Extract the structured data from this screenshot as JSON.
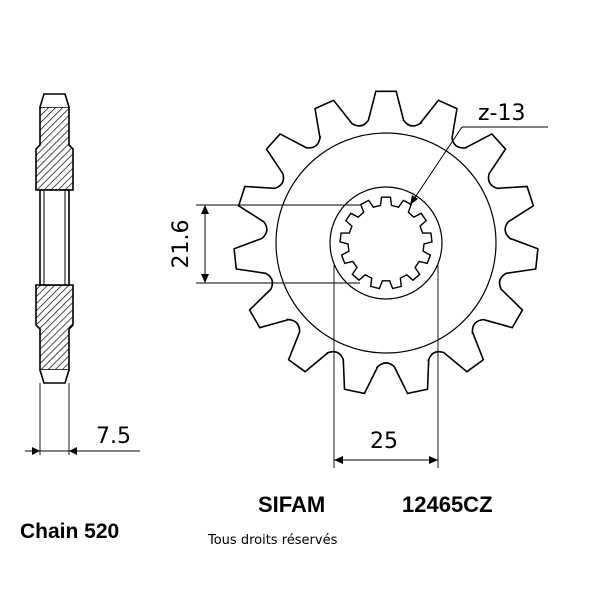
{
  "dimensions": {
    "tooth_count": "z-13",
    "bore_diameter": "21.6",
    "hub_diameter": "25",
    "thickness": "7.5"
  },
  "footer": {
    "brand": "SIFAM",
    "part_number": "12465CZ",
    "chain": "Chain 520",
    "copyright": "Tous droits réservés"
  },
  "sprocket": {
    "teeth": 15,
    "spline_teeth": 13
  }
}
